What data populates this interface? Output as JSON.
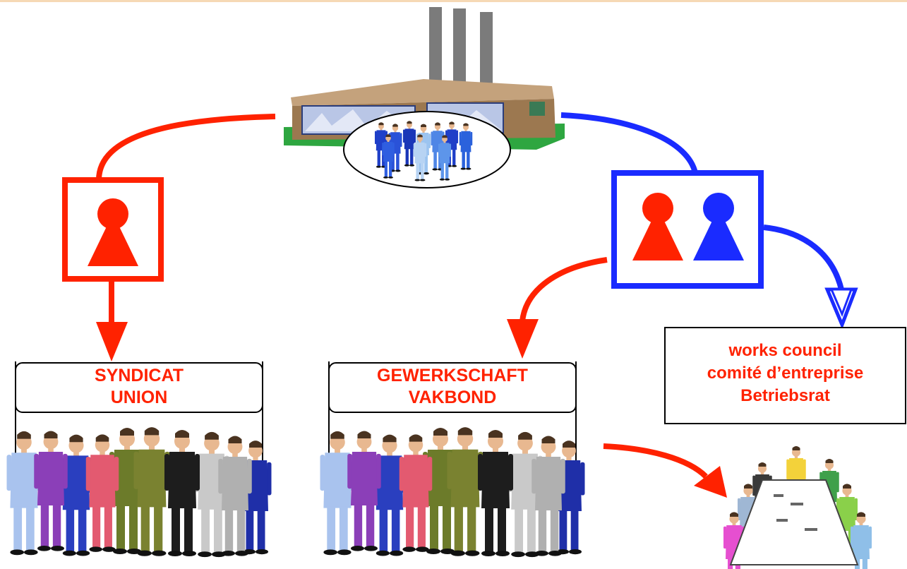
{
  "colors": {
    "union_red": "#ff2200",
    "council_blue": "#1a2bff",
    "factory_wall": "#9c7850",
    "factory_roof": "#c4a27c",
    "chimney": "#7b7b7b",
    "lawn": "#2ea640"
  },
  "icons": {
    "factory": "factory-icon",
    "workers": "workers-group-icon",
    "delegate": "person-pawn-icon",
    "meeting": "meeting-table-icon"
  },
  "labels": {
    "syndicat": "SYNDICAT",
    "union": "UNION",
    "gewerkschaft": "GEWERKSCHAFT",
    "vakbond": "VAKBOND",
    "works_council": "works council",
    "comite": "comité d’entreprise",
    "betriebsrat": "Betriebsrat"
  }
}
